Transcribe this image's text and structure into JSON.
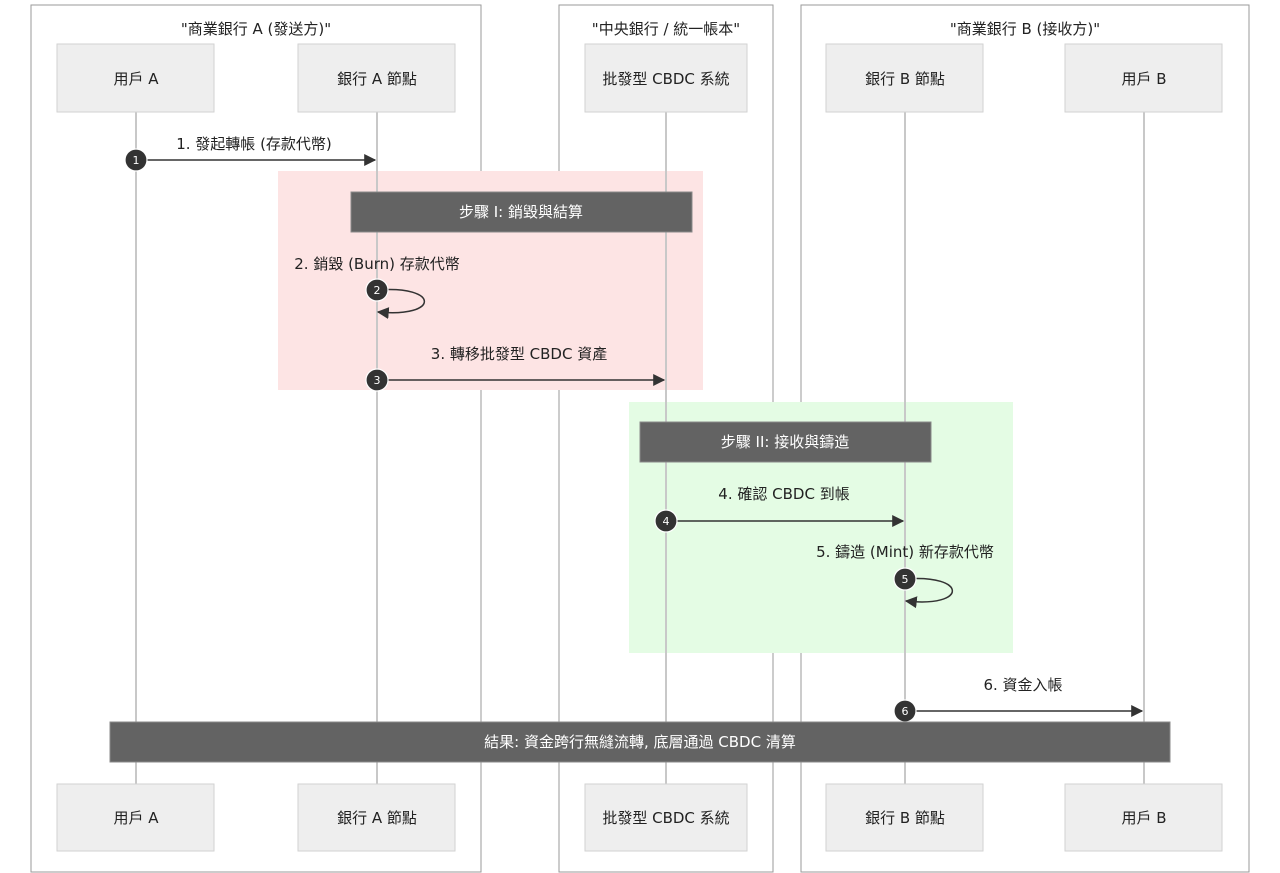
{
  "diagram": {
    "boxes": [
      {
        "id": "bank-a",
        "title": "\"商業銀行 A (發送方)\""
      },
      {
        "id": "central",
        "title": "\"中央銀行 / 統一帳本\""
      },
      {
        "id": "bank-b",
        "title": "\"商業銀行 B (接收方)\""
      }
    ],
    "participants": [
      {
        "id": "user-a",
        "label": "用戶 A"
      },
      {
        "id": "bank-a-node",
        "label": "銀行 A 節點"
      },
      {
        "id": "cbdc-system",
        "label": "批發型 CBDC 系統"
      },
      {
        "id": "bank-b-node",
        "label": "銀行 B 節點"
      },
      {
        "id": "user-b",
        "label": "用戶 B"
      }
    ],
    "phases": [
      {
        "id": "phase-1",
        "label": "步驟 I: 銷毀與結算",
        "color": "#fde4e4"
      },
      {
        "id": "phase-2",
        "label": "步驟 II: 接收與鑄造",
        "color": "#e4fce4"
      }
    ],
    "messages": [
      {
        "seq": "1",
        "from": "user-a",
        "to": "bank-a-node",
        "label": "1. 發起轉帳 (存款代幣)"
      },
      {
        "seq": "2",
        "from": "bank-a-node",
        "to": "bank-a-node",
        "label": "2. 銷毀 (Burn) 存款代幣"
      },
      {
        "seq": "3",
        "from": "bank-a-node",
        "to": "cbdc-system",
        "label": "3. 轉移批發型 CBDC 資產"
      },
      {
        "seq": "4",
        "from": "cbdc-system",
        "to": "bank-b-node",
        "label": "4. 確認 CBDC 到帳"
      },
      {
        "seq": "5",
        "from": "bank-b-node",
        "to": "bank-b-node",
        "label": "5. 鑄造 (Mint) 新存款代幣"
      },
      {
        "seq": "6",
        "from": "bank-b-node",
        "to": "user-b",
        "label": "6. 資金入帳"
      }
    ],
    "result_note": "結果: 資金跨行無縫流轉, 底層通過 CBDC 清算"
  }
}
